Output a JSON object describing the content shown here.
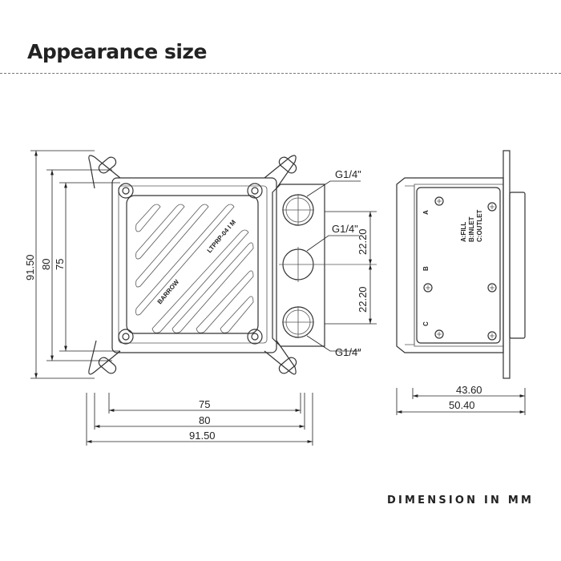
{
  "title": "Appearance size",
  "footer": "DIMENSION IN MM",
  "front_view": {
    "dims": {
      "height_overall": "91.50",
      "height_mid": "80",
      "height_inner": "75",
      "width_inner": "75",
      "width_mid": "80",
      "width_overall": "91.50",
      "port_spacing_top": "22.20",
      "port_spacing_bottom": "22.20"
    },
    "port_labels": [
      "G1/4\"",
      "G1/4\"",
      "G1/4\""
    ],
    "model_text": "LTPRP-04 I M",
    "brand_text": "BARROW"
  },
  "side_view": {
    "port_letters": [
      "A",
      "B",
      "C"
    ],
    "legend": [
      "A:FILL",
      "B:INLET",
      "C:OUTLET"
    ],
    "dims": {
      "depth_inner": "43.60",
      "depth_overall": "50.40"
    }
  }
}
